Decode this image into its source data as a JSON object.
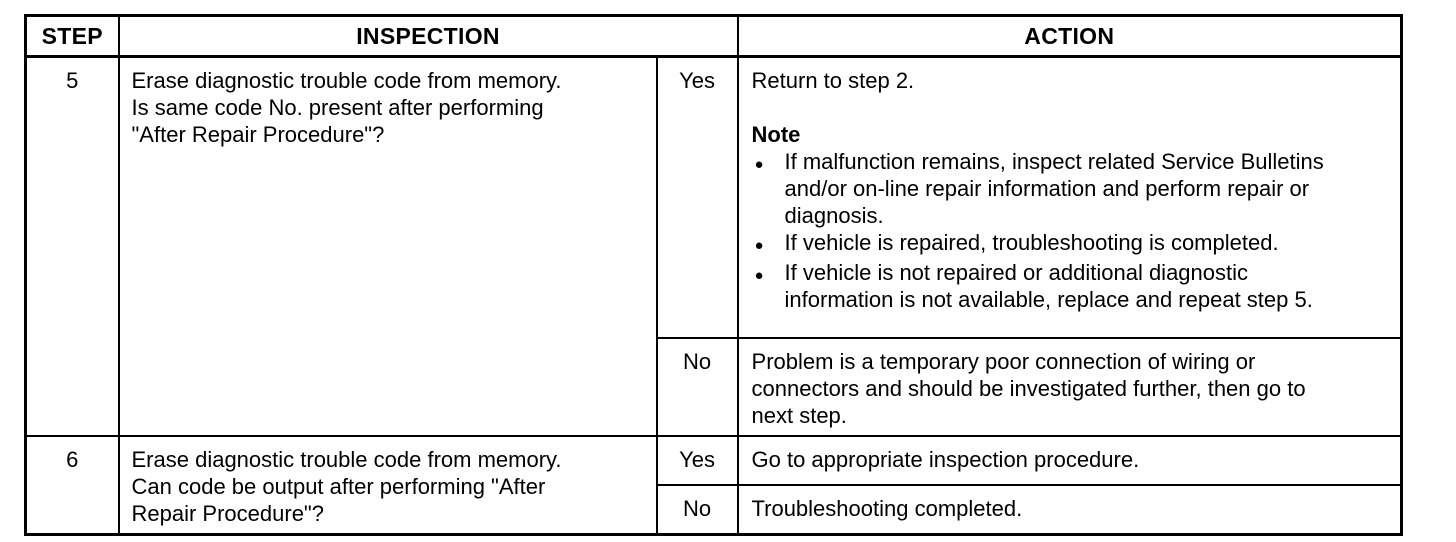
{
  "table": {
    "headers": {
      "step": "STEP",
      "inspection": "INSPECTION",
      "action": "ACTION"
    },
    "rows": [
      {
        "step": "5",
        "inspection": "Erase diagnostic trouble code from memory.\nIs same code No. present after performing\n\"After Repair Procedure\"?",
        "branches": [
          {
            "answer": "Yes",
            "action_intro": "Return to step 2.",
            "note_label": "Note",
            "note_items": [
              "If malfunction remains, inspect related Service Bulletins\nand/or on-line repair information and perform repair or\ndiagnosis.",
              "If vehicle is repaired, troubleshooting is completed.",
              "If vehicle is not repaired or additional diagnostic\ninformation is not available, replace and repeat step 5."
            ]
          },
          {
            "answer": "No",
            "action": "Problem is a temporary poor connection of wiring or\nconnectors and should be investigated further, then go to\nnext step."
          }
        ]
      },
      {
        "step": "6",
        "inspection": "Erase diagnostic trouble code from memory.\nCan code be output after performing \"After\nRepair Procedure\"?",
        "branches": [
          {
            "answer": "Yes",
            "action": "Go to appropriate inspection procedure."
          },
          {
            "answer": "No",
            "action": "Troubleshooting completed."
          }
        ]
      }
    ]
  }
}
